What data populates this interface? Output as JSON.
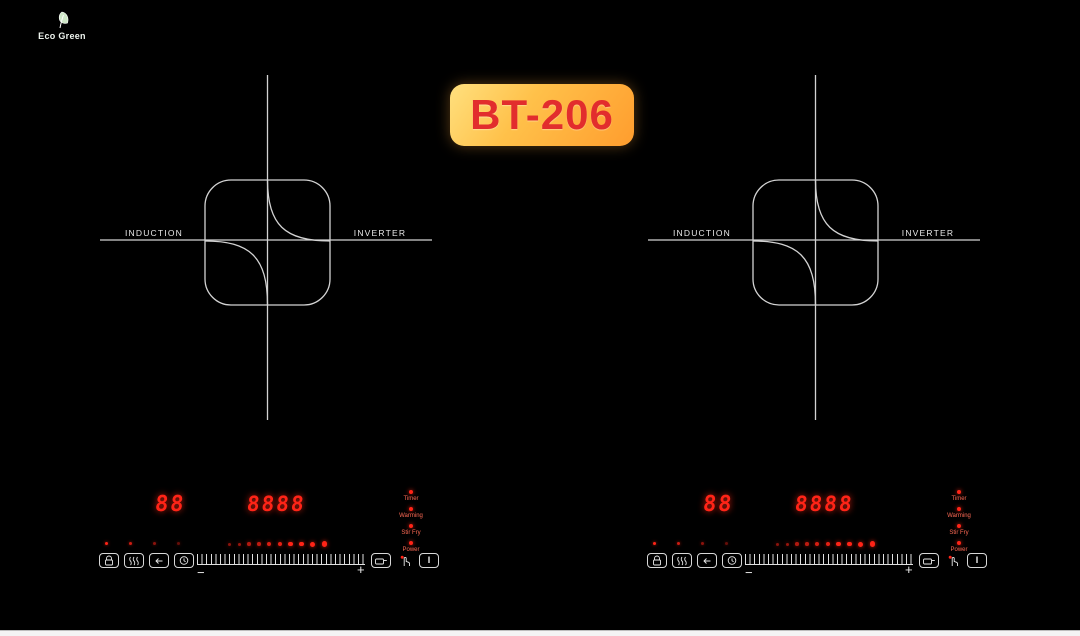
{
  "brand": {
    "name": "Eco Green"
  },
  "badge": {
    "model": "BT-206"
  },
  "zones": [
    {
      "left_label": "INDUCTION",
      "right_label": "INVERTER"
    },
    {
      "left_label": "INDUCTION",
      "right_label": "INVERTER"
    }
  ],
  "panels": [
    {
      "timer_display": "88",
      "power_display": "8888",
      "indicators": [
        {
          "label": "Timer"
        },
        {
          "label": "Warming"
        },
        {
          "label": "Stir Fry"
        },
        {
          "label": "Power"
        }
      ],
      "minus_label": "−",
      "plus_label": "+",
      "power_button_label": "I"
    },
    {
      "timer_display": "88",
      "power_display": "8888",
      "indicators": [
        {
          "label": "Timer"
        },
        {
          "label": "Warming"
        },
        {
          "label": "Stir Fry"
        },
        {
          "label": "Power"
        }
      ],
      "minus_label": "−",
      "plus_label": "+",
      "power_button_label": "I"
    }
  ],
  "colors": {
    "led_red": "#ff2417",
    "badge_text": "#e22d2d",
    "badge_gradient_start": "#ffe07e",
    "badge_gradient_end": "#ff9d2e",
    "line_gray": "#d3d3d3"
  }
}
